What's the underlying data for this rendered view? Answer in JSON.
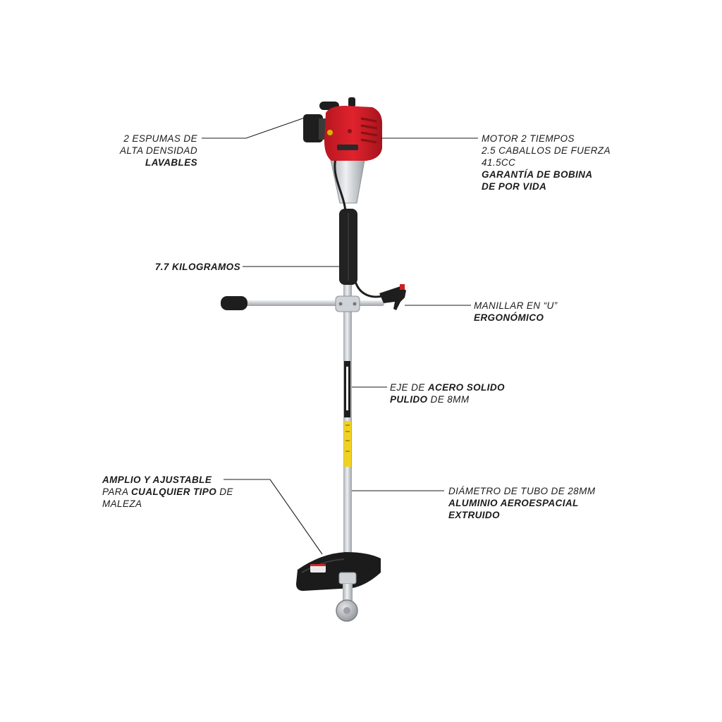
{
  "colors": {
    "engine_red": "#e0232e",
    "engine_dark_red": "#a5141c",
    "black_parts": "#1e1e1e",
    "shaft_silver": "#d7d9dc",
    "warning_yellow": "#f2d21f",
    "leader_line": "#1b1b1b"
  },
  "callouts": {
    "foam": {
      "lines": [
        [
          {
            "text": "2 ESPUMAS DE",
            "bold": false
          }
        ],
        [
          {
            "text": "ALTA DENSIDAD",
            "bold": false
          }
        ],
        [
          {
            "text": "LAVABLES",
            "bold": true
          }
        ]
      ]
    },
    "motor": {
      "lines": [
        [
          {
            "text": "MOTOR 2 TIEMPOS",
            "bold": false
          }
        ],
        [
          {
            "text": "2.5 CABALLOS DE FUERZA",
            "bold": false
          }
        ],
        [
          {
            "text": "41.5CC",
            "bold": false
          }
        ],
        [
          {
            "text": "GARANTÍA DE BOBINA",
            "bold": true
          }
        ],
        [
          {
            "text": "DE POR VIDA",
            "bold": true
          }
        ]
      ]
    },
    "weight": {
      "lines": [
        [
          {
            "text": "7.7 KILOGRAMOS",
            "bold": true
          }
        ]
      ]
    },
    "handlebar": {
      "lines": [
        [
          {
            "text": "MANILLAR EN “U”",
            "bold": false
          }
        ],
        [
          {
            "text": "ERGONÓMICO",
            "bold": true
          }
        ]
      ]
    },
    "shaft": {
      "lines": [
        [
          {
            "text": "EJE DE ",
            "bold": false
          },
          {
            "text": "ACERO SOLIDO",
            "bold": true
          }
        ],
        [
          {
            "text": "PULIDO",
            "bold": true
          },
          {
            "text": " DE 8MM",
            "bold": false
          }
        ]
      ]
    },
    "guard": {
      "lines": [
        [
          {
            "text": "AMPLIO Y AJUSTABLE",
            "bold": true
          }
        ],
        [
          {
            "text": "PARA ",
            "bold": false
          },
          {
            "text": "CUALQUIER TIPO",
            "bold": true
          },
          {
            "text": " DE",
            "bold": false
          }
        ],
        [
          {
            "text": "MALEZA",
            "bold": false
          }
        ]
      ]
    },
    "tube": {
      "lines": [
        [
          {
            "text": "DIÁMETRO DE TUBO DE 28MM",
            "bold": false
          }
        ],
        [
          {
            "text": "ALUMINIO AEROESPACIAL",
            "bold": true
          }
        ],
        [
          {
            "text": "EXTRUIDO",
            "bold": true
          }
        ]
      ]
    }
  }
}
